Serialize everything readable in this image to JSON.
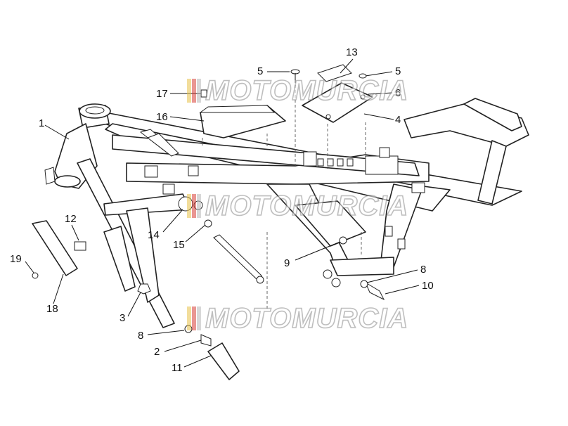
{
  "diagram": {
    "callouts": [
      "1",
      "2",
      "3",
      "4",
      "5",
      "5",
      "6",
      "8",
      "8",
      "9",
      "10",
      "11",
      "12",
      "13",
      "14",
      "15",
      "16",
      "17",
      "18",
      "19"
    ]
  },
  "watermark": {
    "text": "MOTOMURCIA",
    "colors": [
      "#e8c34a",
      "#d9423a",
      "#b9b9b9"
    ]
  }
}
